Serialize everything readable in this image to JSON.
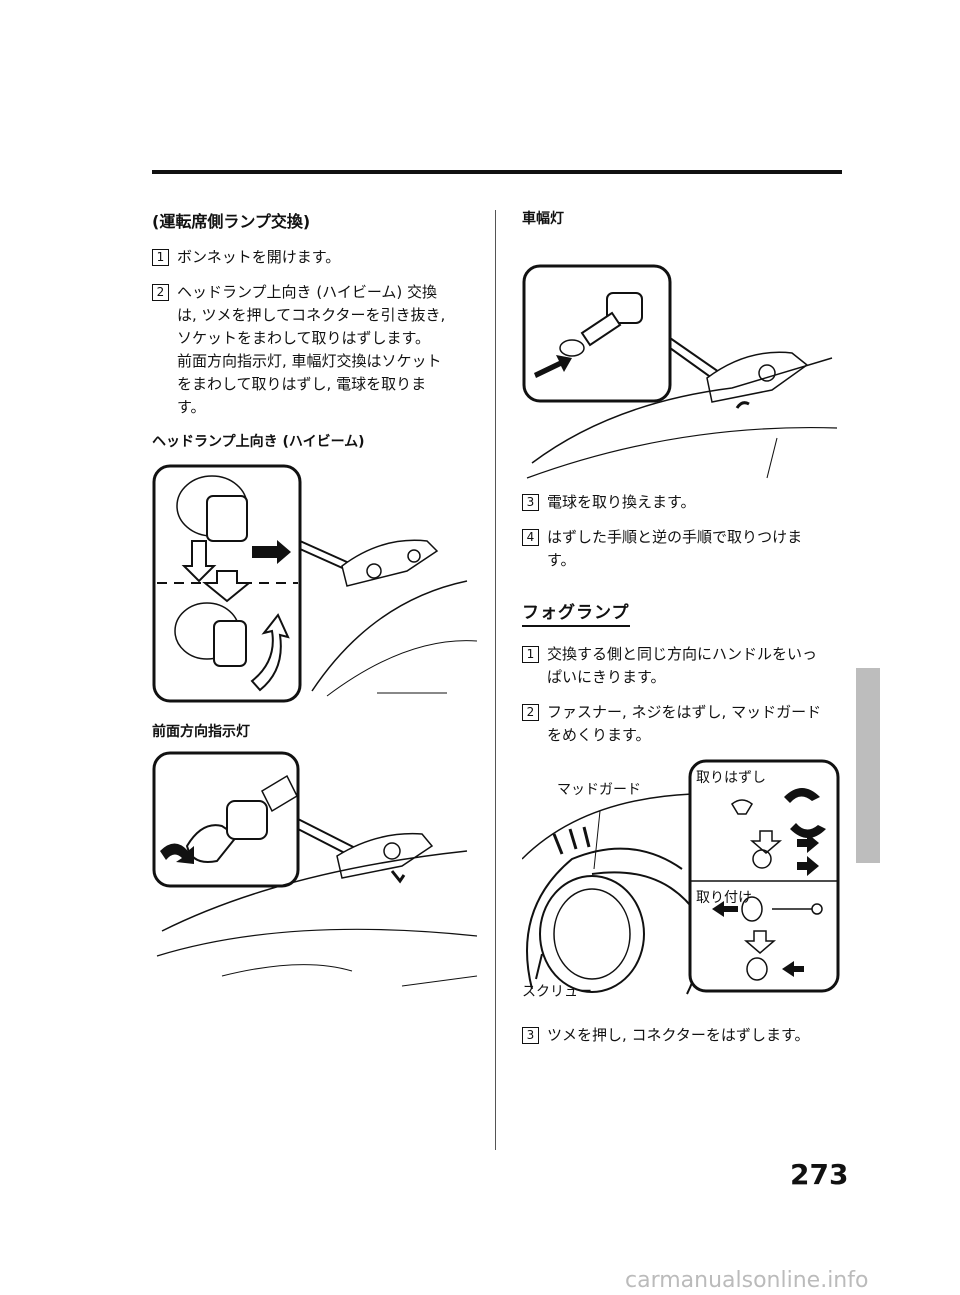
{
  "left": {
    "heading": "(運転席側ランプ交換)",
    "steps": [
      {
        "num": "1",
        "text": "ボンネットを開けます。"
      },
      {
        "num": "2",
        "lines": [
          "ヘッドランプ上向き (ハイビーム) 交換",
          "は, ツメを押してコネクターを引き抜き,",
          "ソケットをまわして取りはずします。",
          "前面方向指示灯, 車幅灯交換はソケット",
          "をまわして取りはずし, 電球を取りま",
          "す。"
        ]
      }
    ],
    "fig1_title": "ヘッドランプ上向き (ハイビーム)",
    "fig2_title": "前面方向指示灯"
  },
  "right": {
    "fig3_title": "車幅灯",
    "steps_a": [
      {
        "num": "3",
        "text": "電球を取り換えます。"
      },
      {
        "num": "4",
        "lines": [
          "はずした手順と逆の手順で取りつけま",
          "す。"
        ]
      }
    ],
    "section_title": "フォグランプ",
    "steps_b": [
      {
        "num": "1",
        "lines": [
          "交換する側と同じ方向にハンドルをいっ",
          "ぱいにきります。"
        ]
      },
      {
        "num": "2",
        "lines": [
          "ファスナー, ネジをはずし, マッドガード",
          "をめくります。"
        ]
      }
    ],
    "fig4_labels": {
      "mudguard": "マッドガード",
      "screw": "スクリュー",
      "remove": "取りはずし",
      "install": "取り付け"
    },
    "steps_c": [
      {
        "num": "3",
        "text": "ツメを押し, コネクターをはずします。"
      }
    ]
  },
  "page_number": "273",
  "footer": "carmanualsonline.info"
}
